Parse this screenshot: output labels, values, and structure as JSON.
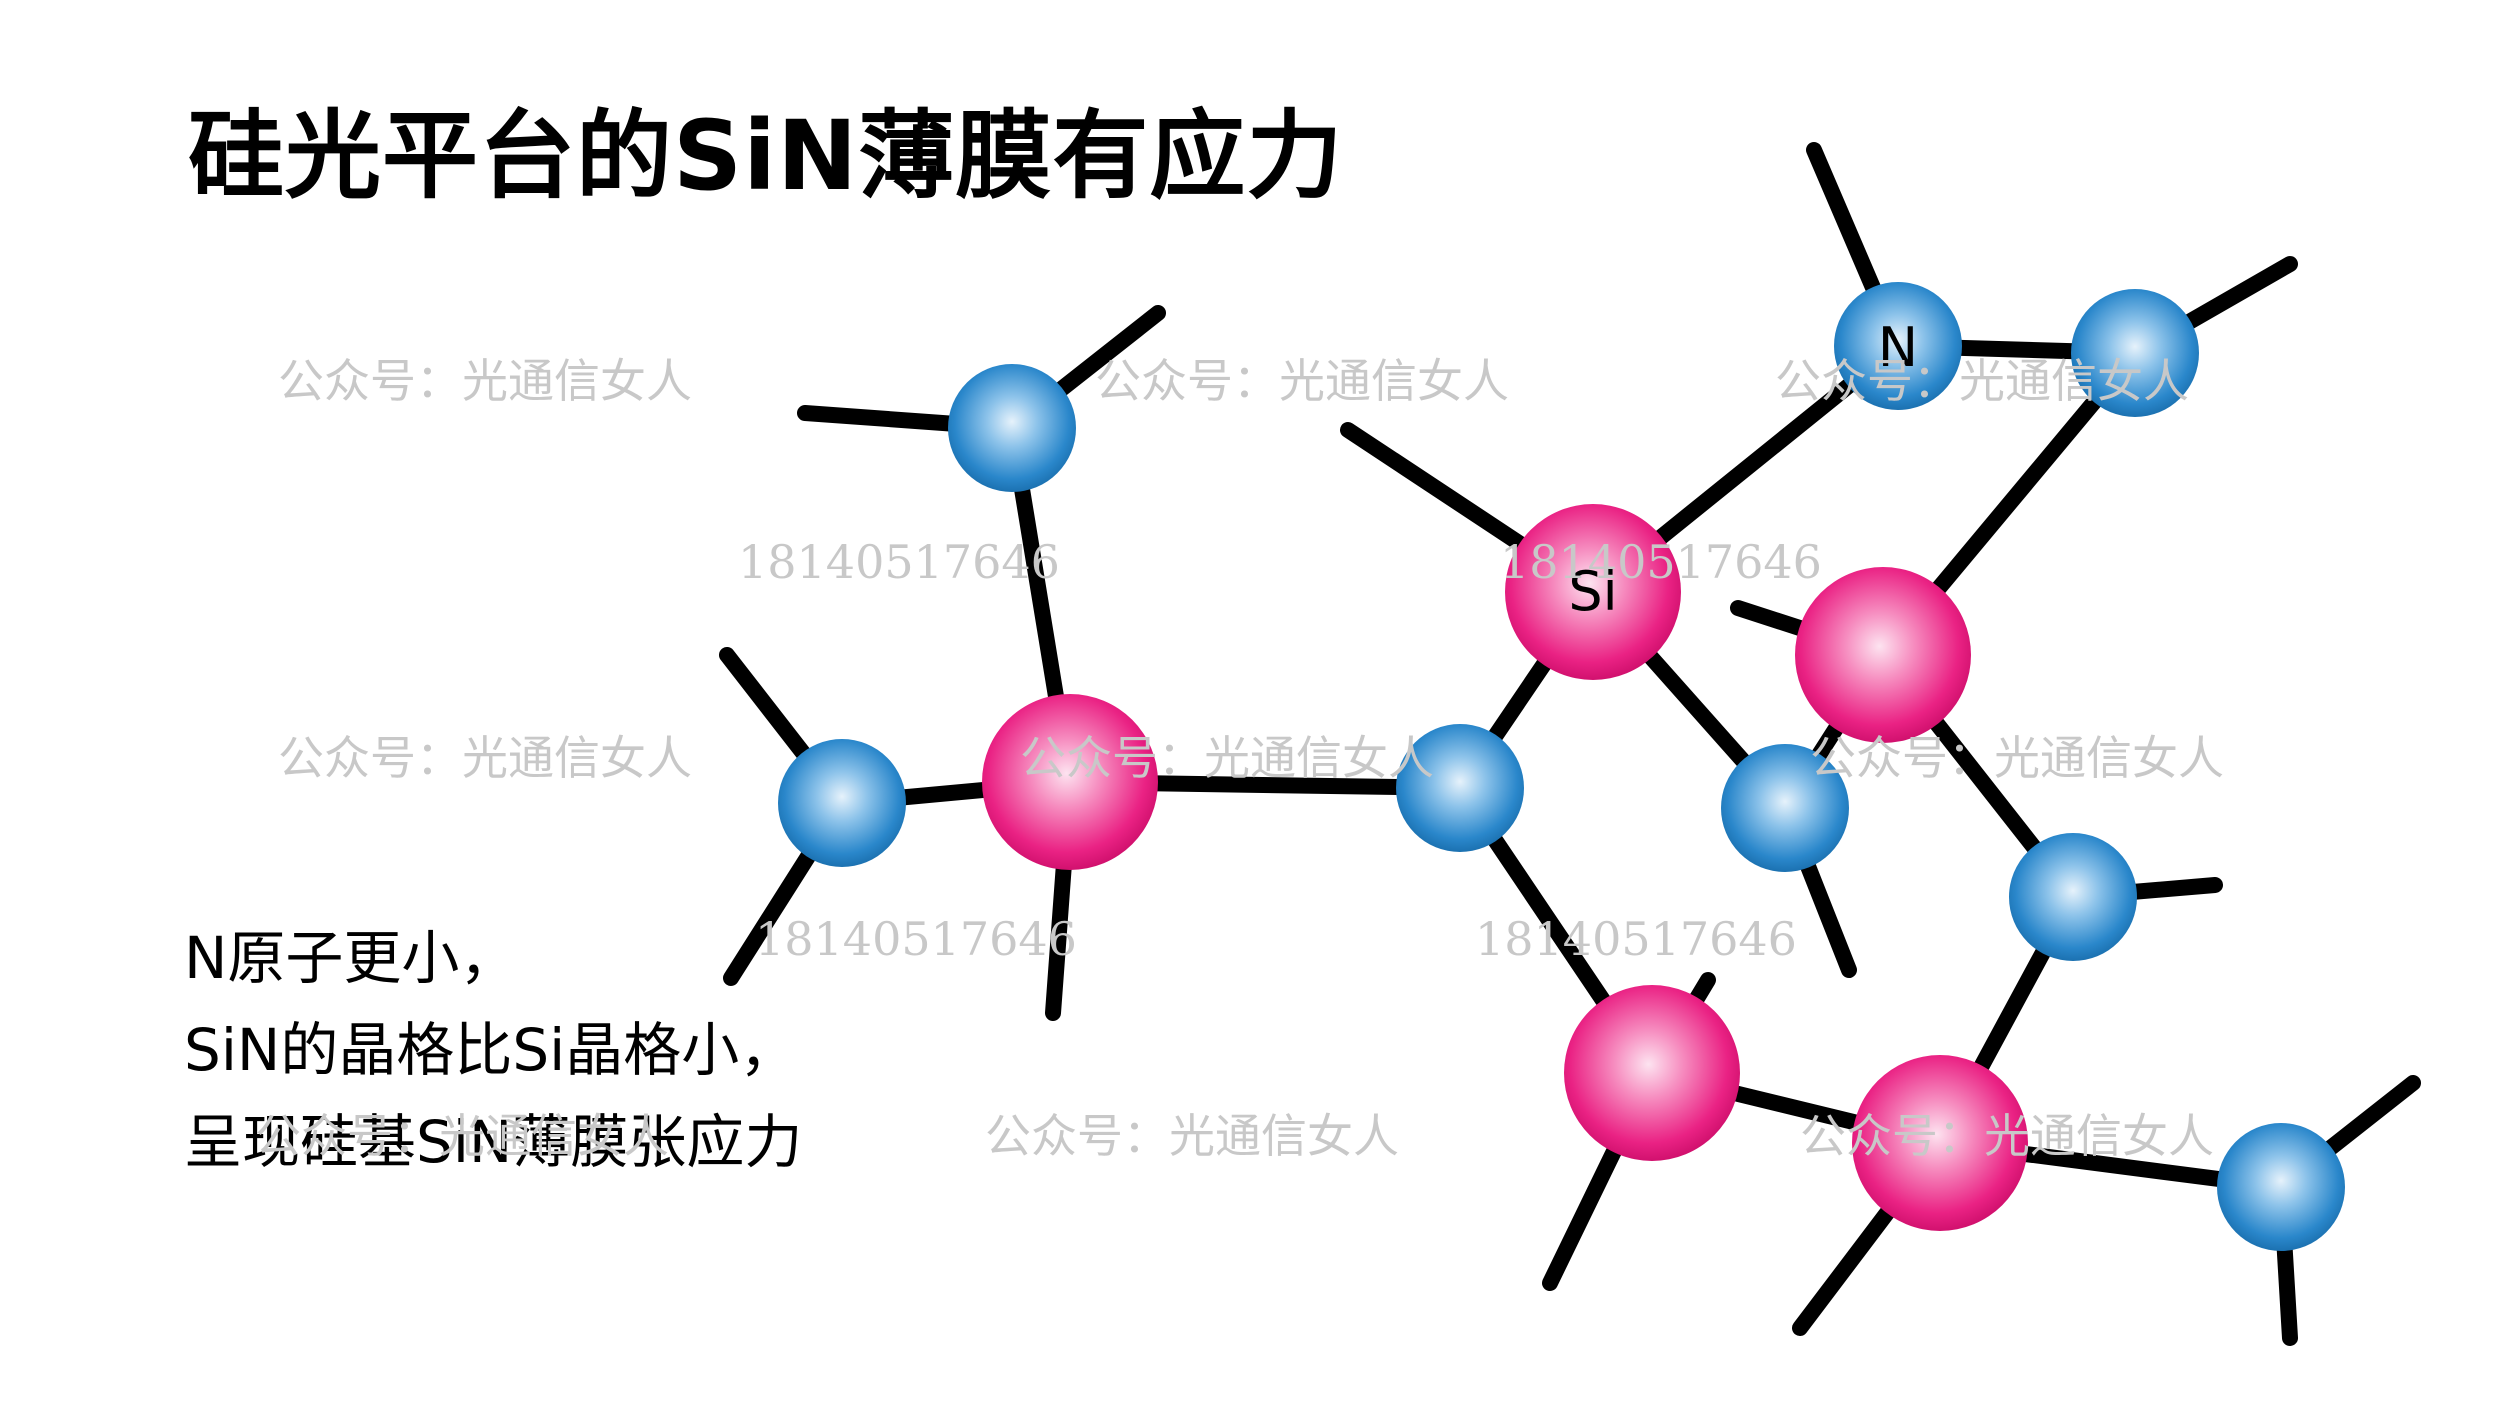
{
  "title": "硅光平台的SiN薄膜有应力",
  "body": {
    "line1": "N原子更小，",
    "line2": "SiN的晶格比Si晶格小，",
    "line3": "呈现硅基SiN薄膜张应力"
  },
  "atom_labels": {
    "si": "Si",
    "n": "N"
  },
  "watermarks": {
    "account": "公众号：光通信女人",
    "phone": "18140517646"
  },
  "colors": {
    "silicon_atom": "#e8157d",
    "nitrogen_atom": "#1f7fc4",
    "bond": "#000000",
    "watermark": "#c8c8c8"
  }
}
